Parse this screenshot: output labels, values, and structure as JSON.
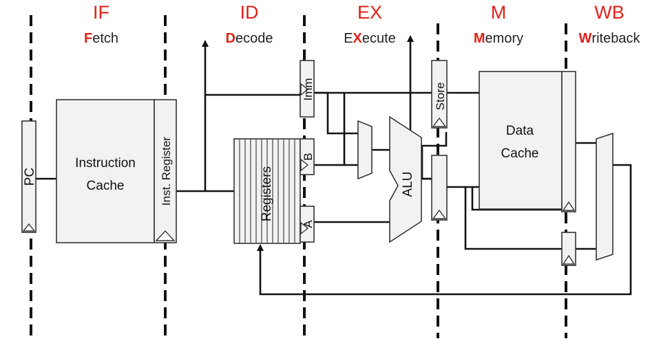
{
  "stages": [
    {
      "abbr": "IF",
      "hl": "F",
      "rest": "etch"
    },
    {
      "abbr": "ID",
      "hl": "D",
      "rest": "ecode"
    },
    {
      "abbr": "EX",
      "pre": "E",
      "hl": "X",
      "rest": "ecute"
    },
    {
      "abbr": "M",
      "hl": "M",
      "rest": "emory"
    },
    {
      "abbr": "WB",
      "hl": "W",
      "rest": "riteback"
    }
  ],
  "blocks": {
    "pc": "PC",
    "icache_l1": "Instruction",
    "icache_l2": "Cache",
    "inst_reg": "Inst. Register",
    "registers": "Registers",
    "imm": "Imm",
    "b": "B",
    "a": "A",
    "alu": "ALU",
    "store": "Store",
    "dcache_l1": "Data",
    "dcache_l2": "Cache"
  },
  "colors": {
    "stage_highlight": "#e0201a",
    "block_fill": "#f2f2f2",
    "wire": "#111111"
  }
}
